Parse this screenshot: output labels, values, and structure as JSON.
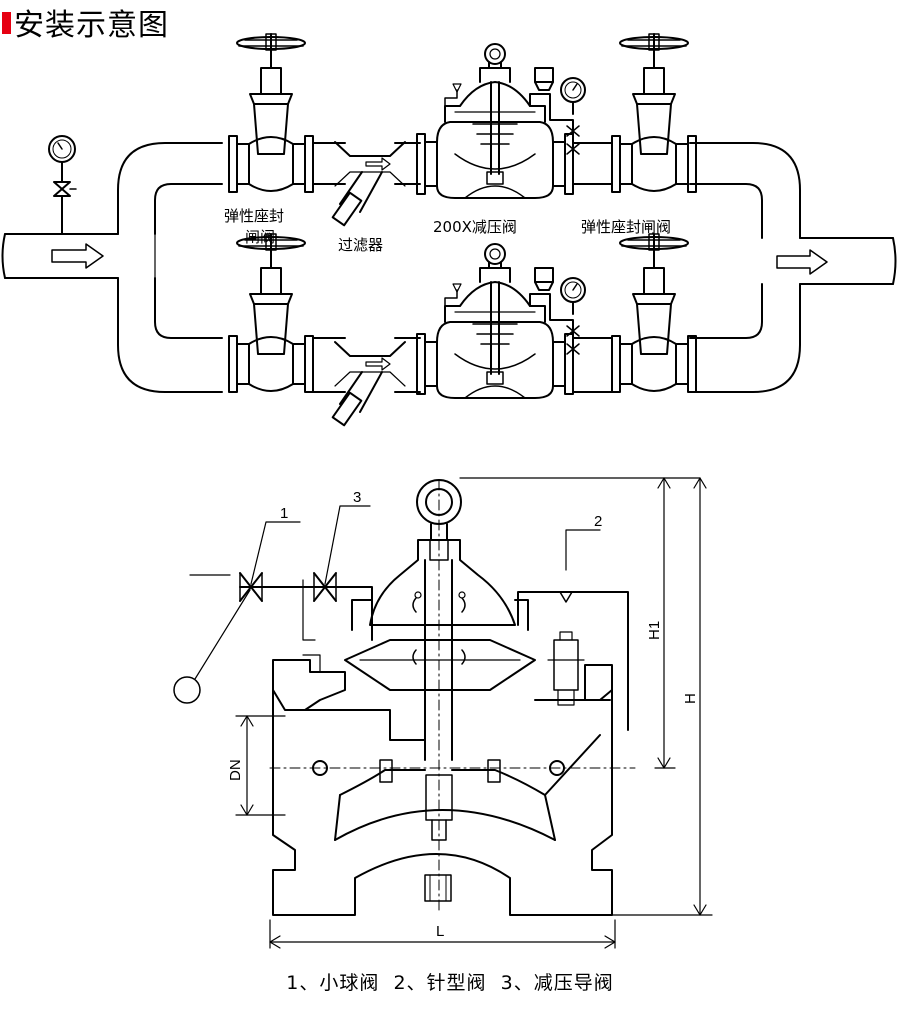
{
  "title": "安装示意图",
  "accent_color": "#e60012",
  "labels": {
    "gate_valve_left_line1": "弹性座封",
    "gate_valve_left_line2": "闸阀",
    "filter": "过滤器",
    "reducing_valve": "200X减压阀",
    "gate_valve_right": "弹性座封闸阀"
  },
  "callouts": {
    "ball_valve": "1",
    "needle_valve": "2",
    "pilot_valve": "3"
  },
  "dimensions": {
    "H1": "H1",
    "H": "H",
    "DN": "DN",
    "L": "L"
  },
  "caption": "1、小球阀  2、针型阀  3、减压导阀"
}
